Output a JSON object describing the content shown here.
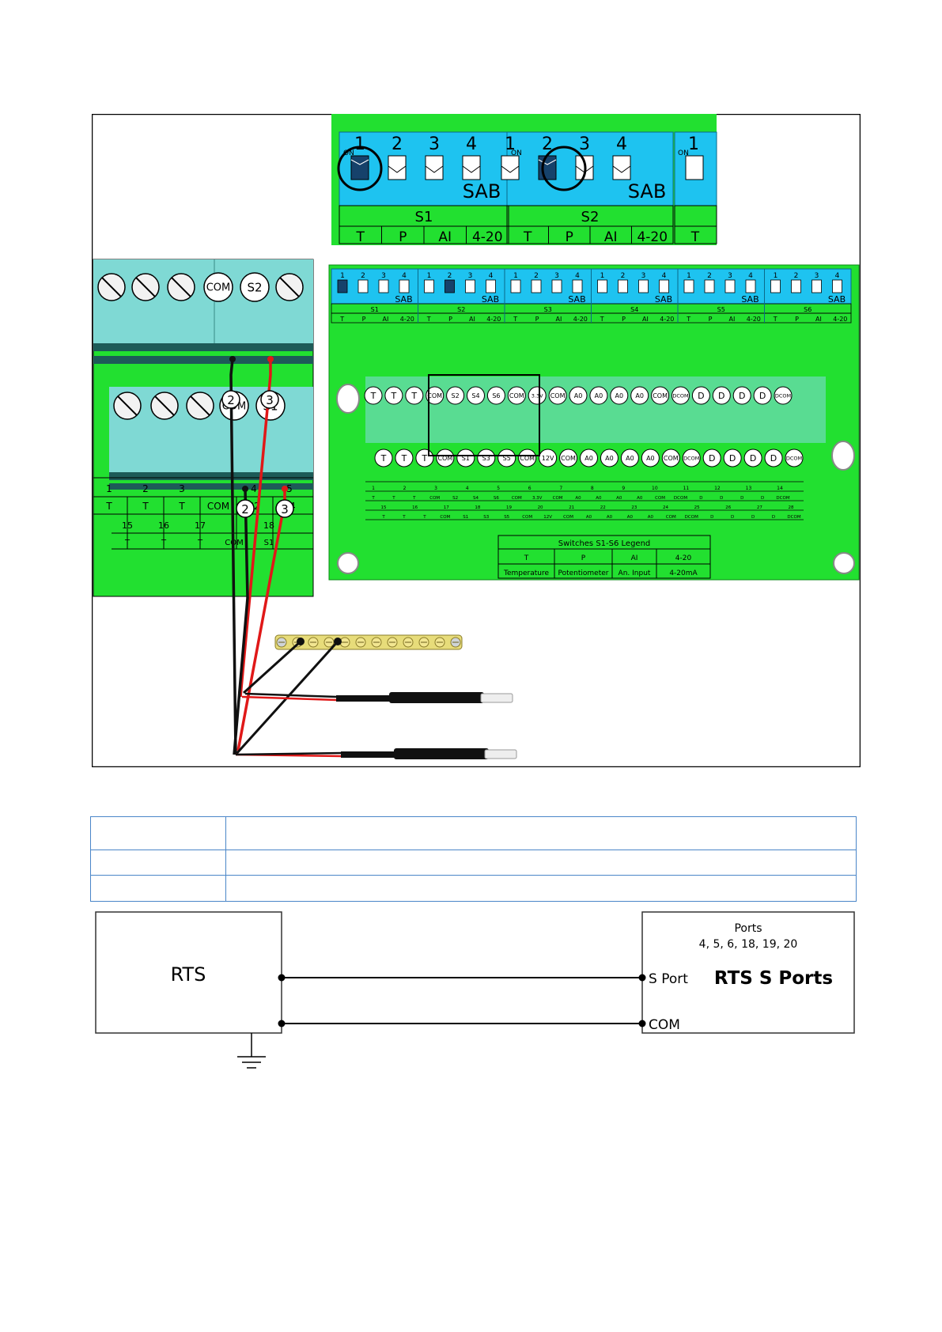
{
  "colors": {
    "board_green": "#22e030",
    "module_cyan": "#1ec3f0",
    "terminal_teal": "#7fd9d4",
    "wire_red": "#e01818",
    "wire_black": "#101010",
    "table_border": "#4a86c8"
  },
  "icons": [
    "screw-terminal-icon",
    "dip-switch-icon",
    "ground-icon",
    "sensor-probe-icon"
  ],
  "dip_zoom": {
    "switch_numbers": [
      "1",
      "2",
      "3",
      "4"
    ],
    "on_label": "ON",
    "sab_label": "SAB",
    "group_labels": [
      "S1",
      "S2"
    ],
    "mode_labels": [
      "T",
      "P",
      "AI",
      "4-20"
    ],
    "partial_switch_number": "1",
    "partial_mode_label": "T"
  },
  "terminal_zoom": {
    "top_row_labels": [
      "COM",
      "S2"
    ],
    "bottom_row_labels": [
      "COM",
      "S1"
    ],
    "wire_markers": [
      "2",
      "3",
      "2",
      "3"
    ],
    "pin_numbers": [
      "1",
      "2",
      "3",
      "4",
      "5"
    ],
    "pin_functions": [
      "T",
      "T",
      "T",
      "COM",
      "S2",
      "S4"
    ],
    "lower_numbers": [
      "15",
      "16",
      "17",
      "18"
    ],
    "lower_functions": [
      "T",
      "T",
      "T",
      "COM",
      "S1"
    ]
  },
  "board": {
    "dip_groups": [
      "S1",
      "S2",
      "S3",
      "S4",
      "S5",
      "S6"
    ],
    "dip_switch_numbers": [
      "1",
      "2",
      "3",
      "4"
    ],
    "dip_mode_labels": [
      "T",
      "P",
      "AI",
      "4-20"
    ],
    "sab_label": "SAB",
    "top_terminals": [
      "T",
      "T",
      "T",
      "COM",
      "S2",
      "S4",
      "S6",
      "COM",
      "3.3V",
      "COM",
      "A0",
      "A0",
      "A0",
      "A0",
      "COM",
      "DCOM",
      "D",
      "D",
      "D",
      "D",
      "DCOM"
    ],
    "bottom_terminals": [
      "T",
      "T",
      "T",
      "COM",
      "S1",
      "S3",
      "S5",
      "COM",
      "12V",
      "COM",
      "A0",
      "A0",
      "A0",
      "A0",
      "COM",
      "DCOM",
      "D",
      "D",
      "D",
      "D",
      "DCOM"
    ],
    "top_numbers": [
      "1",
      "2",
      "3",
      "4",
      "5",
      "6",
      "7",
      "8",
      "9",
      "10",
      "11",
      "12",
      "13",
      "14"
    ],
    "top_functions": [
      "T",
      "T",
      "T",
      "COM",
      "S2",
      "S4",
      "S6",
      "COM",
      "3.3V",
      "COM",
      "A0",
      "A0",
      "A0",
      "A0",
      "COM",
      "DCOM",
      "D",
      "D",
      "D",
      "D",
      "DCOM"
    ],
    "bottom_numbers": [
      "15",
      "16",
      "17",
      "18",
      "19",
      "20",
      "21",
      "22",
      "23",
      "24",
      "25",
      "26",
      "27",
      "28"
    ],
    "bottom_functions": [
      "T",
      "T",
      "T",
      "COM",
      "S1",
      "S3",
      "S5",
      "COM",
      "12V",
      "COM",
      "A0",
      "A0",
      "A0",
      "A0",
      "COM",
      "DCOM",
      "D",
      "D",
      "D",
      "D",
      "DCOM"
    ],
    "legend": {
      "title": "Switches S1-S6 Legend",
      "codes": [
        "T",
        "P",
        "AI",
        "4-20"
      ],
      "descriptions": [
        "Temperature",
        "Potentiometer",
        "An. Input",
        "4-20mA"
      ]
    }
  },
  "table_rows": [
    [
      "",
      ""
    ],
    [
      "",
      ""
    ],
    [
      "",
      ""
    ]
  ],
  "wiring": {
    "left_box_label": "RTS",
    "right_box_title": "RTS S Ports",
    "ports_heading": "Ports",
    "ports_list": "4, 5, 6, 18, 19, 20",
    "s_port_label": "S Port",
    "com_label": "COM"
  }
}
